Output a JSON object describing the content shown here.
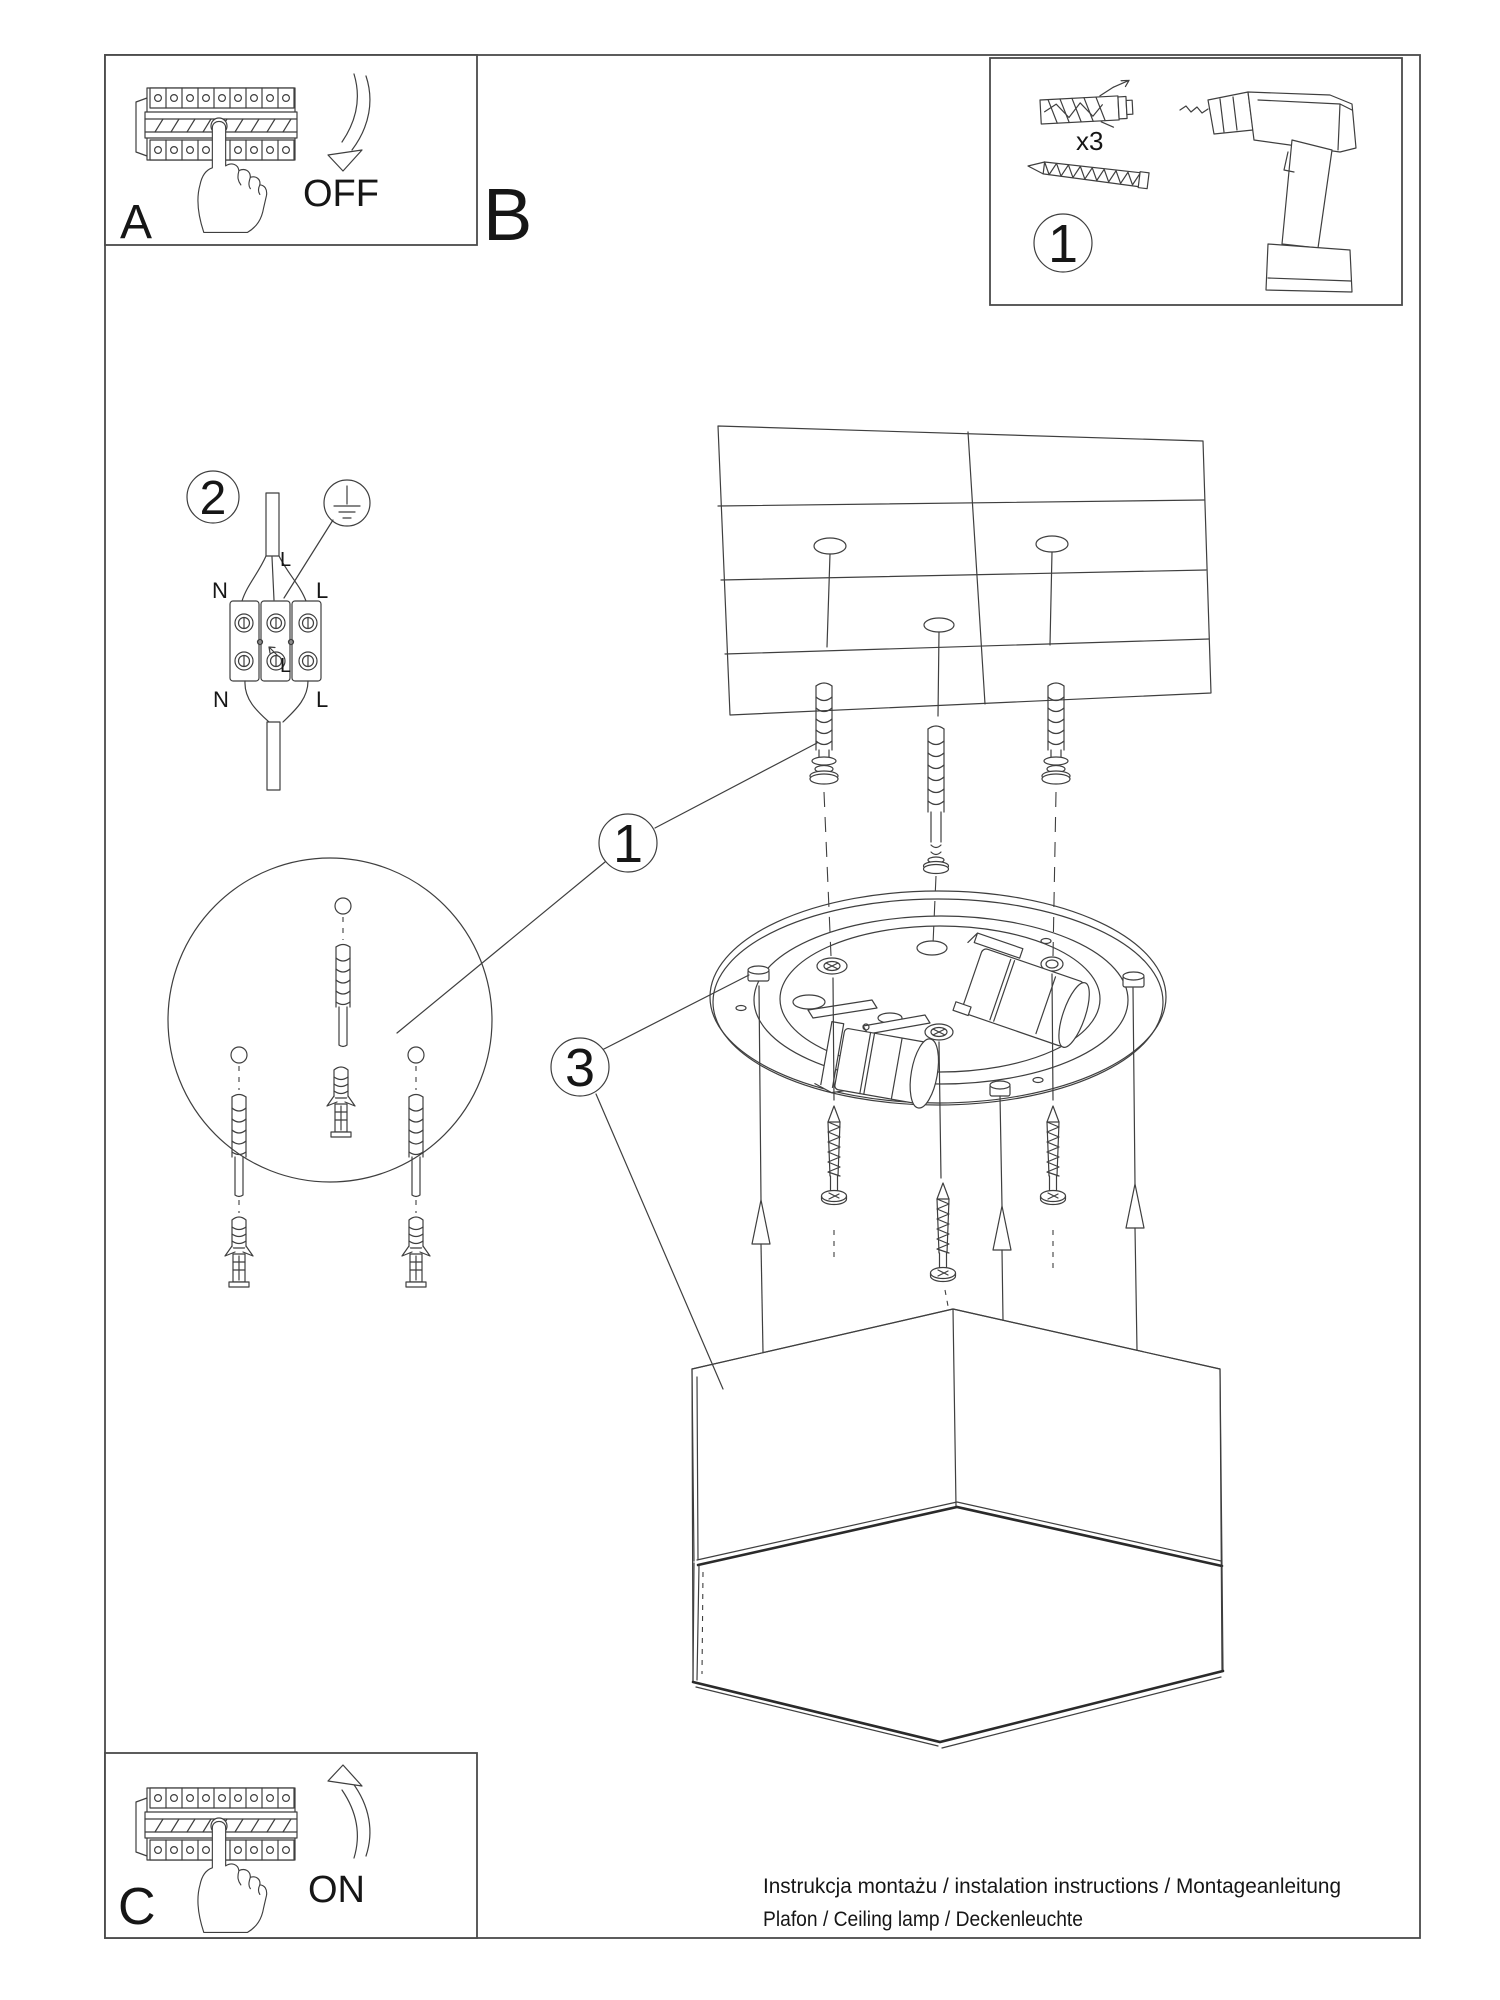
{
  "colors": {
    "background": "#ffffff",
    "line": "#3f3f3f",
    "text": "#161616"
  },
  "step_a": {
    "label": "A",
    "action": "OFF"
  },
  "section_b": {
    "label": "B"
  },
  "step_c": {
    "label": "C",
    "action": "ON"
  },
  "parts_box": {
    "callout": "1",
    "quantity": "x3"
  },
  "wiring": {
    "callout": "2",
    "labels": {
      "n_top": "N",
      "l_top": "L",
      "l_wire": "L",
      "l_mid": "L",
      "n_bottom": "N",
      "l_bottom": "L"
    }
  },
  "callouts": {
    "anchors": "1",
    "canopy": "3"
  },
  "footer": {
    "line1": "Instrukcja montażu / instalation instructions / Montageanleitung",
    "line2": "Plafon / Ceiling lamp / Deckenleuchte"
  }
}
